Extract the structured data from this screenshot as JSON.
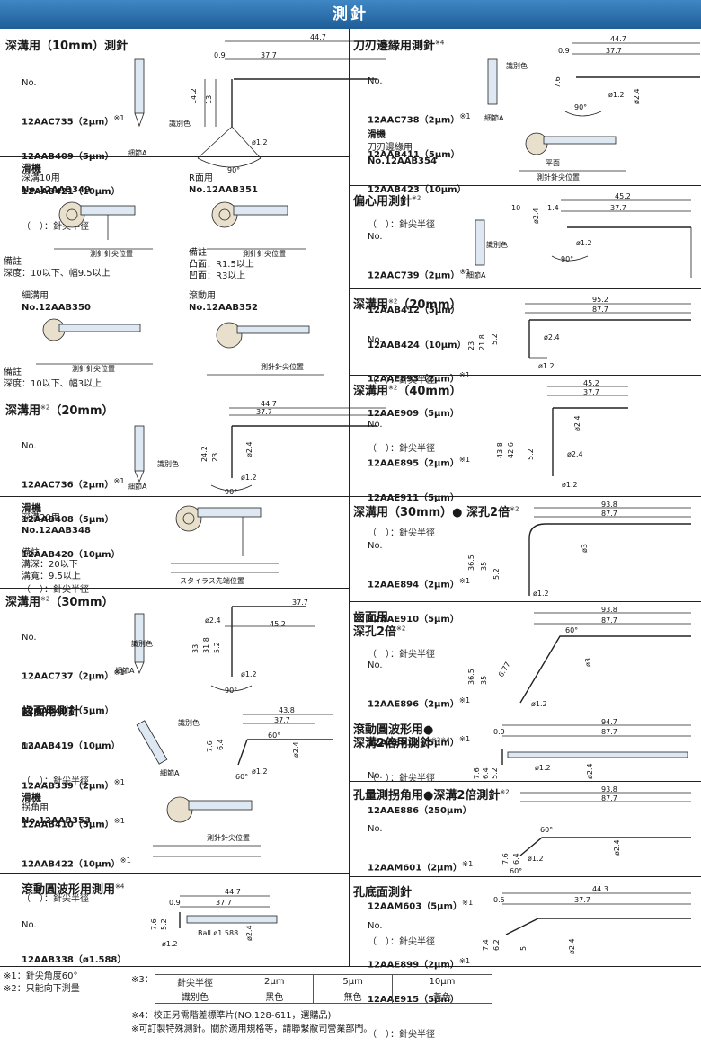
{
  "header": {
    "title": "測針"
  },
  "labels": {
    "no": "No.",
    "detail": "細節A",
    "idcolor": "識別色",
    "note": "備註",
    "A": "A",
    "ball": "Ball ø1.588",
    "deg90": "90°",
    "deg60": "60°"
  },
  "p1": {
    "title": "深溝用（10mm）測針",
    "codes": [
      "12AAC735（2μm）",
      "12AAB409（5μm）",
      "12AAB421（10μm）",
      "（　）：針尖半徑"
    ],
    "dims": [
      "44.7",
      "0.9",
      "37.7",
      "14.2",
      "13",
      "ø1.2",
      "90°"
    ]
  },
  "p2": {
    "title": "滑機",
    "a": {
      "sub": "深溝10用",
      "code": "No.12AAB349",
      "note": "深度：10以下、幅9.5以上"
    },
    "b": {
      "sub": "R面用",
      "code": "No.12AAB351",
      "note1": "凸面：R1.5以上",
      "note2": "凹面：R3以上"
    },
    "c": {
      "sub": "細溝用",
      "code": "No.12AAB350",
      "note": "深度：10以下、幅3以上"
    },
    "d": {
      "sub": "滾動用",
      "code": "No.12AAB352"
    },
    "tag": "測針針尖位置"
  },
  "p3": {
    "title": "深溝用",
    "suffix": "（20mm）",
    "codes": [
      "12AAC736（2μm）",
      "12AAB408（5μm）",
      "12AAB420（10μm）",
      "（　）：針尖半徑"
    ],
    "dims": [
      "44.7",
      "37.7",
      "24.2",
      "23",
      "ø2.4",
      "ø1.2",
      "90°"
    ]
  },
  "p4": {
    "title": "滑機",
    "sub": "深溝20用",
    "code": "No.12AAB348",
    "note1": "溝深：20以下",
    "note2": "溝寬：9.5以上",
    "tag": "スタイラス先端位置"
  },
  "p5": {
    "title": "深溝用",
    "suffix": "（30mm）",
    "codes": [
      "12AAC737（2μm）",
      "12AAB407（5μm）",
      "12AAB419（10μm）",
      "（　）：針尖半徑"
    ],
    "dims": [
      "37.7",
      "45.2",
      "ø2.4",
      "33",
      "31.8",
      "5.2",
      "ø1.2",
      "90°"
    ]
  },
  "p6": {
    "title": "齒面用測針",
    "codes": [
      "12AAB339（2μm）",
      "12AAB410（5μm）",
      "12AAB422（10μm）",
      "（　）：針尖半徑"
    ],
    "dims": [
      "43.8",
      "37.7",
      "7.6",
      "6.4",
      "60°",
      "ø2.4",
      "ø1.2"
    ]
  },
  "p7": {
    "title": "滑機",
    "sub": "拐角用",
    "code": "No.12AAB353",
    "tag": "測針針尖位置"
  },
  "p8": {
    "title": "滾動圓波形用測用",
    "code": "12AAB338（ø1.588）",
    "dims": [
      "44.7",
      "0.9",
      "37.7",
      "7.6",
      "5.2",
      "ø1.2",
      "ø2.4"
    ]
  },
  "r1": {
    "title": "刀刃邊緣用測針",
    "codes": [
      "12AAC738（2μm）",
      "12AAB411（5μm）",
      "12AAB423（10μm）",
      "（　）：針尖半徑"
    ],
    "dims": [
      "44.7",
      "0.9",
      "37.7",
      "7.6",
      "ø1.2",
      "ø2.4",
      "90°"
    ],
    "sub_title": "滑機",
    "sub": "刀刃邊緣用",
    "sub_code": "No.12AAB354",
    "flat": "平面",
    "tag": "測針針尖位置"
  },
  "r2": {
    "title": "偏心用測針",
    "codes": [
      "12AAC739（2μm）",
      "12AAB412（5μm）",
      "12AAB424（10μm）",
      "（　）：針尖半徑"
    ],
    "dims": [
      "45.2",
      "37.7",
      "1.4",
      "10",
      "ø2.4",
      "ø1.2",
      "90°"
    ]
  },
  "r3": {
    "title": "深溝用",
    "suffix": "（20mm）",
    "codes": [
      "12AAE893（2μm）",
      "12AAE909（5μm）",
      "（　）：針尖半徑"
    ],
    "dims": [
      "95.2",
      "87.7",
      "23",
      "21.8",
      "5.2",
      "ø2.4",
      "ø1.2"
    ]
  },
  "r4": {
    "title": "深溝用",
    "suffix": "（40mm）",
    "codes": [
      "12AAE895（2μm）",
      "12AAE911（5μm）",
      "（　）：針尖半徑"
    ],
    "dims": [
      "45.2",
      "37.7",
      "ø2.4",
      "43.8",
      "42.6",
      "5.2",
      "ø2.4",
      "ø1.2"
    ]
  },
  "r5": {
    "title": "深溝用（30mm）● 深孔2倍",
    "codes": [
      "12AAE894（2μm）",
      "12AAE910（5μm）",
      "（　）：針尖半徑"
    ],
    "dims": [
      "93.8",
      "87.7",
      "ø3",
      "36.5",
      "35",
      "5.2",
      "ø1.2"
    ]
  },
  "r6": {
    "title1": "齒面用",
    "title2": "深孔2倍",
    "codes": [
      "12AAE896（2μm）",
      "12AAE912（5μm）",
      "（　）：針尖半徑"
    ],
    "dims": [
      "93.8",
      "87.7",
      "60°",
      "ø3",
      "36.5",
      "35",
      "6.77",
      "ø1.2"
    ]
  },
  "r7": {
    "title1": "滾動圓波形用●",
    "title2": "深溝2倍用測針",
    "code": "12AAE886（250μm）",
    "dims": [
      "94.7",
      "0.9",
      "87.7",
      "7.6",
      "6.4",
      "5.2",
      "ø1.2",
      "ø2.4"
    ]
  },
  "r8": {
    "title": "孔量測拐角用●深溝2倍測針",
    "codes": [
      "12AAM601（2μm）",
      "12AAM603（5μm）",
      "（　）：針尖半徑"
    ],
    "dims": [
      "93.8",
      "87.7",
      "60°",
      "7.6",
      "6.4",
      "ø1.2",
      "60°",
      "ø2.4"
    ]
  },
  "r9": {
    "title": "孔底面測針",
    "codes": [
      "12AAE899（2μm）",
      "12AAE915（5μm）",
      "（　）：針尖半徑"
    ],
    "dims": [
      "44.3",
      "0.5",
      "37.7",
      "7.4",
      "6.2",
      "5",
      "ø2.4"
    ]
  },
  "footer": {
    "n1": "※1：針尖角度60°",
    "n2": "※2：只能向下測量",
    "n3": "※3：",
    "table": {
      "h": [
        "針尖半徑",
        "2μm",
        "5μm",
        "10μm"
      ],
      "r": [
        "識別色",
        "黑色",
        "無色",
        "黃色"
      ]
    },
    "n4": "※4：校正另需階差標準片(NO.128-611，選購品)",
    "n5": "※可訂製特殊測針。關於適用規格等，請聯繫敝司營業部門。"
  }
}
